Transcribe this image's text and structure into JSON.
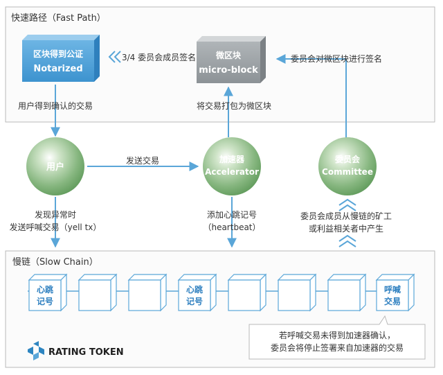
{
  "fast_path": {
    "title": "快速路径（Fast Path）",
    "notarized_cn": "区块得到公证",
    "notarized_en": "Notarized",
    "microblock_cn": "微区块",
    "microblock_en": "micro-block",
    "committee_sign_label": "3/4 委员会成员签名",
    "committee_sign_micro": "委员会对微区块进行签名",
    "user_confirmed": "用户得到确认的交易",
    "pack_tx": "将交易打包为微区块"
  },
  "nodes": {
    "user": "用户",
    "accelerator_cn": "加速器",
    "accelerator_en": "Accelerator",
    "committee_cn": "委员会",
    "committee_en": "Committee"
  },
  "edges": {
    "send_tx": "发送交易",
    "anomaly_line1": "发现异常时",
    "anomaly_line2": "发送呼喊交易（yell tx）",
    "heartbeat_line1": "添加心跳记号",
    "heartbeat_line2": "（heartbeat）",
    "committee_line1": "委员会成员从慢链的矿工",
    "committee_line2": "或利益相关者中产生"
  },
  "slow_chain": {
    "title": "慢链（Slow Chain）",
    "heartbeat_l1": "心跳",
    "heartbeat_l2": "记号",
    "yell_l1": "呼喊",
    "yell_l2": "交易",
    "note_line1": "若呼喊交易未得到加速器确认，",
    "note_line2": "委员会将停止签署来自加速器的交易"
  },
  "logo": {
    "text": "RATING TOKEN"
  },
  "colors": {
    "blue": "#5aa6d8",
    "blue_dark": "#2d85c1",
    "grey_block": "#9aa0a4",
    "green_node": "#78ad78",
    "panel_border": "#b9b9b9",
    "panel_bg": "#fbfbfb",
    "accent_text": "#2f80c0"
  }
}
